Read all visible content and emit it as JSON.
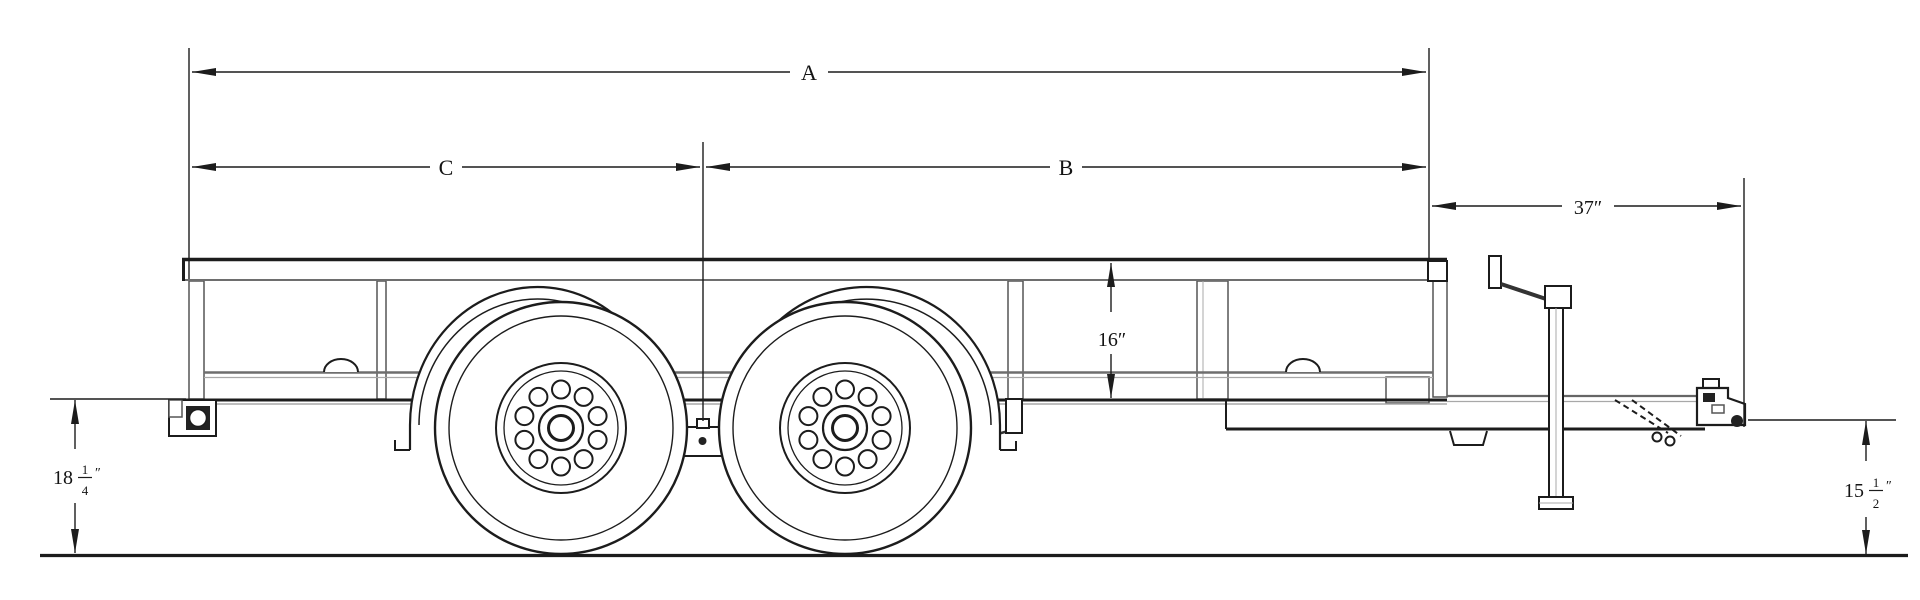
{
  "colors": {
    "line": "#1c1c1c",
    "secondary_line": "#6e6e6e",
    "background": "#ffffff"
  },
  "dimension_labels": {
    "overall_top": "A",
    "rear_section": "C",
    "front_section": "B",
    "tongue_length": "37″",
    "rail_height": "16″",
    "deck_height": {
      "whole": "18",
      "numerator": "1",
      "denominator": "4",
      "unit": "″"
    },
    "coupler_height": {
      "whole": "15",
      "numerator": "1",
      "denominator": "2",
      "unit": "″"
    }
  }
}
